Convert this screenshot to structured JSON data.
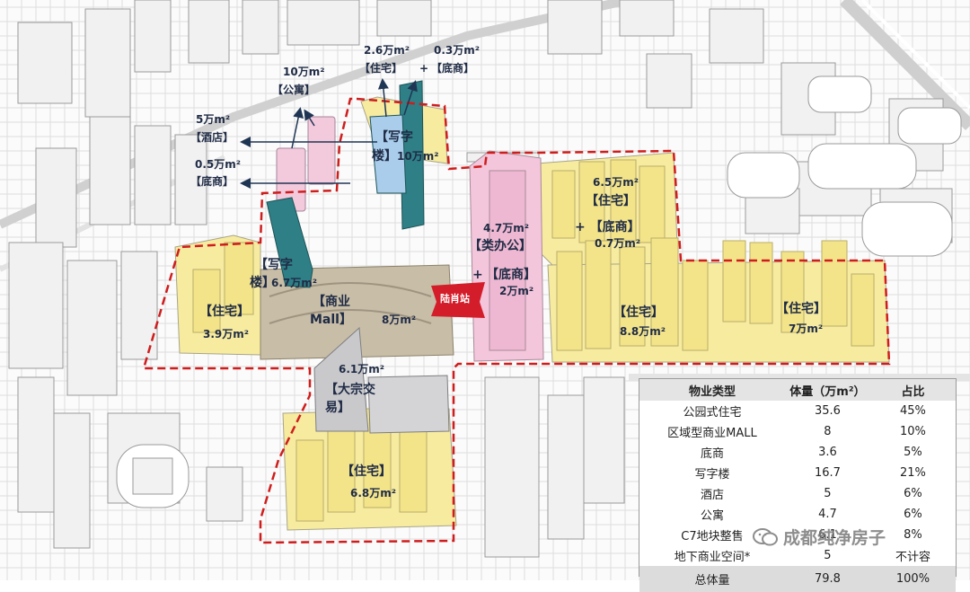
{
  "labels": {
    "tr_res_area": "2.6万m²",
    "tr_res_name": "【住宅】",
    "tr_plus": "+",
    "tr_shop_area": "0.3万m²",
    "tr_shop_name": "【底商】",
    "apt_area": "10万m²",
    "apt_name": "【公寓】",
    "hotel_area": "5万m²",
    "hotel_name": "【酒店】",
    "shop_area": "0.5万m²",
    "shop_name": "【底商】",
    "office_top_name_1": "【写字",
    "office_top_name_2": "楼】",
    "office_top_area": "10万m²",
    "office_left_name_1": "【写字",
    "office_left_name_2": "楼】",
    "office_left_area": "6.7万m²",
    "mall_name_1": "【商业",
    "mall_name_2": "Mall】",
    "mall_area": "8万m²",
    "station": "陆肖站",
    "quasi_office_area": "4.7万m²",
    "quasi_office_name": "【类办公】",
    "quasi_plus": "+",
    "quasi_shop_name": "【底商】",
    "quasi_shop_area": "2万m²",
    "ne_res_area": "6.5万m²",
    "ne_res_name": "【住宅】",
    "ne_plus_shop": "+ 【底商】",
    "ne_shop_area": "0.7万m²",
    "e1_res_name": "【住宅】",
    "e1_res_area": "8.8万m²",
    "e2_res_name": "【住宅】",
    "e2_res_area": "7万m²",
    "w_res_name": "【住宅】",
    "w_res_area": "3.9万m²",
    "bulk_area": "6.1万m²",
    "bulk_name_1": "【大宗交",
    "bulk_name_2": "易】",
    "s_res_name": "【住宅】",
    "s_res_area": "6.8万m²"
  },
  "table": {
    "headers": [
      "物业类型",
      "体量（万m²）",
      "占比"
    ],
    "rows": [
      [
        "公园式住宅",
        "35.6",
        "45%"
      ],
      [
        "区域型商业MALL",
        "8",
        "10%"
      ],
      [
        "底商",
        "3.6",
        "5%"
      ],
      [
        "写字楼",
        "16.7",
        "21%"
      ],
      [
        "酒店",
        "5",
        "6%"
      ],
      [
        "公寓",
        "4.7",
        "6%"
      ],
      [
        "C7地块整售",
        "6.1",
        "8%"
      ],
      [
        "地下商业空间*",
        "5",
        "不计容"
      ]
    ],
    "total": [
      "总体量",
      "79.8",
      "100%"
    ]
  },
  "watermark": "成都纯净房子",
  "colors": {
    "residential": "#f7eba0",
    "office": "#2f7f86",
    "apartment": "#f3c9dc",
    "quasi_office": "#f4c6dc",
    "mall": "#c8bda6",
    "bulk_trade": "#c9c9cc",
    "office_blue": "#a9cdeb",
    "boundary": "#cf1d1d",
    "arrow": "#1f3554",
    "station": "#d31d2a"
  }
}
